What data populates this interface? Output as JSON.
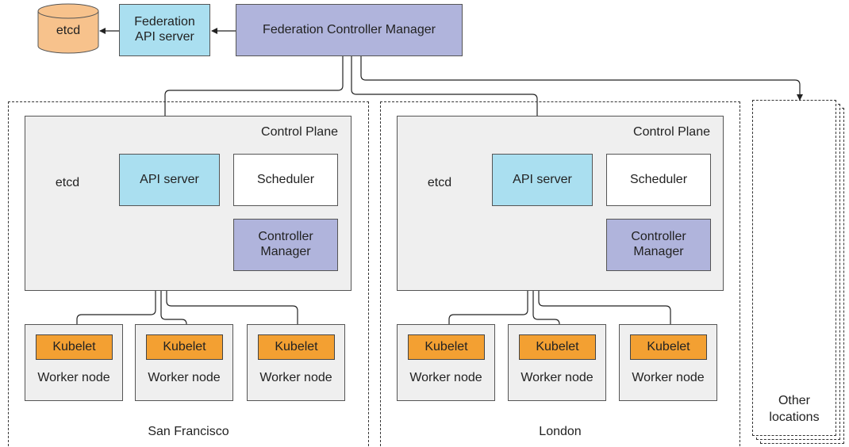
{
  "federation": {
    "etcd_label": "etcd",
    "api_server_label": "Federation API server",
    "controller_manager_label": "Federation Controller Manager"
  },
  "sites": [
    {
      "name": "San Francisco",
      "control_plane_label": "Control Plane",
      "etcd_label": "etcd",
      "api_server_label": "API server",
      "scheduler_label": "Scheduler",
      "controller_manager_label": "Controller Manager",
      "workers": [
        {
          "kubelet_label": "Kubelet",
          "node_label": "Worker node"
        },
        {
          "kubelet_label": "Kubelet",
          "node_label": "Worker node"
        },
        {
          "kubelet_label": "Kubelet",
          "node_label": "Worker node"
        }
      ]
    },
    {
      "name": "London",
      "control_plane_label": "Control Plane",
      "etcd_label": "etcd",
      "api_server_label": "API server",
      "scheduler_label": "Scheduler",
      "controller_manager_label": "Controller Manager",
      "workers": [
        {
          "kubelet_label": "Kubelet",
          "node_label": "Worker node"
        },
        {
          "kubelet_label": "Kubelet",
          "node_label": "Worker node"
        },
        {
          "kubelet_label": "Kubelet",
          "node_label": "Worker node"
        }
      ]
    }
  ],
  "other_locations_label": "Other locations",
  "colors": {
    "api_server": "#aadff0",
    "controller_manager": "#b0b4dc",
    "etcd": "#f7c28c",
    "kubelet": "#f3a032",
    "panel": "#efefef"
  }
}
